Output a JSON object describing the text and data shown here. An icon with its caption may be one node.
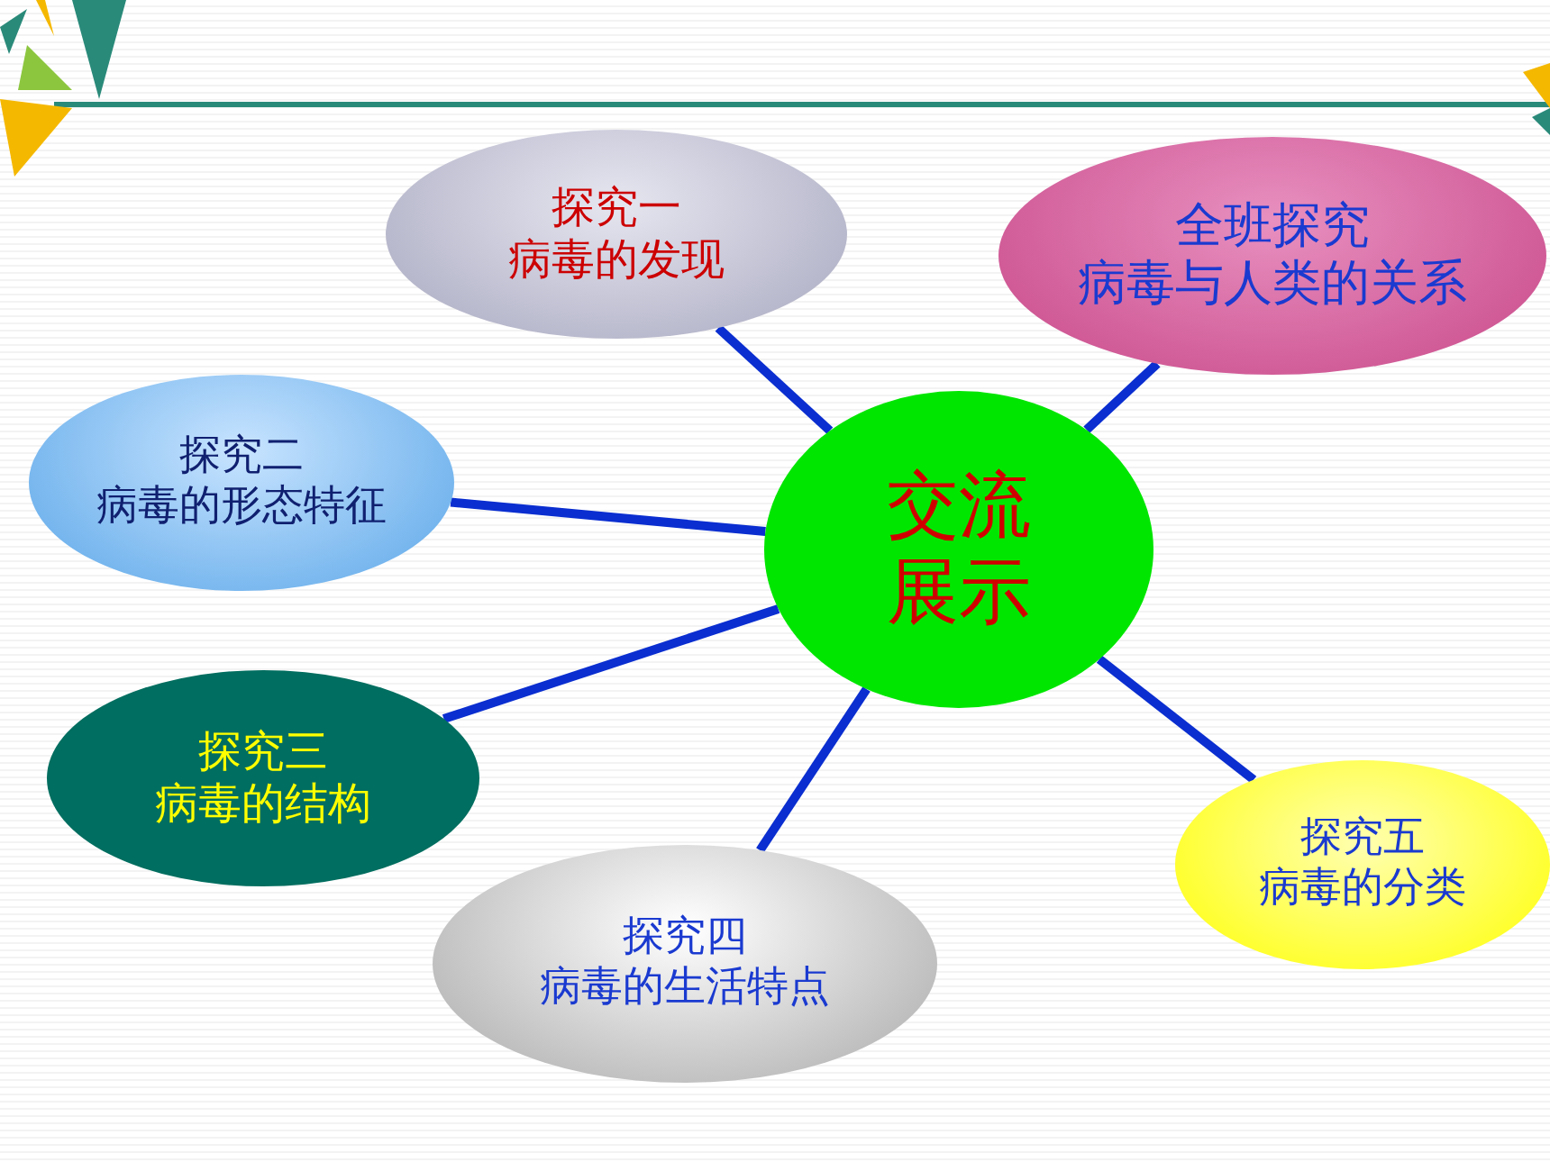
{
  "diagram": {
    "nodes": [
      {
        "text": [
          "交流展示"
        ]
      },
      {
        "text": [
          "探究一",
          "病毒的发现"
        ]
      },
      {
        "text": [
          "全班探究",
          "病毒与人类的关系"
        ]
      },
      {
        "text": [
          "探究二",
          "病毒的形态特征"
        ]
      },
      {
        "text": [
          "探究三",
          "病毒的结构"
        ]
      },
      {
        "text": [
          "探究四",
          "病毒的生活特点"
        ]
      },
      {
        "text": [
          "探究五",
          "病毒的分类"
        ]
      }
    ],
    "edges": [
      {
        "from": 0,
        "to": 1,
        "arrow": "none"
      },
      {
        "from": 0,
        "to": 2,
        "arrow": "none"
      },
      {
        "from": 0,
        "to": 3,
        "arrow": "none"
      },
      {
        "from": 0,
        "to": 4,
        "arrow": "none"
      },
      {
        "from": 0,
        "to": 5,
        "arrow": "none"
      },
      {
        "from": 0,
        "to": 6,
        "arrow": "none"
      }
    ]
  }
}
